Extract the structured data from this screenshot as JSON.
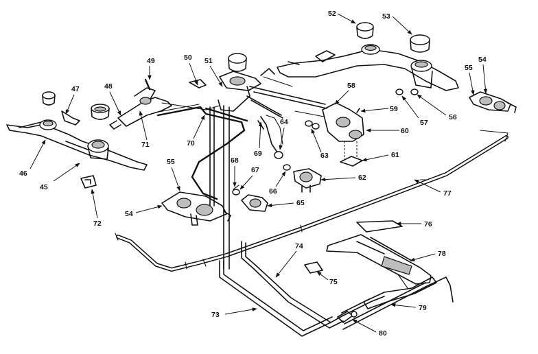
{
  "callouts": {
    "c45": "45",
    "c46": "46",
    "c47": "47",
    "c48": "48",
    "c49": "49",
    "c50": "50",
    "c51": "51",
    "c52": "52",
    "c53": "53",
    "c54a": "54",
    "c54b": "54",
    "c55a": "55",
    "c55b": "55",
    "c56": "56",
    "c57": "57",
    "c58": "58",
    "c59": "59",
    "c60": "60",
    "c61": "61",
    "c62": "62",
    "c63": "63",
    "c64": "64",
    "c65": "65",
    "c66": "66",
    "c67": "67",
    "c68": "68",
    "c69": "69",
    "c70": "70",
    "c71": "71",
    "c72": "72",
    "c73": "73",
    "c74": "74",
    "c75": "75",
    "c76": "76",
    "c77": "77",
    "c78": "78",
    "c79": "79",
    "c80": "80"
  }
}
